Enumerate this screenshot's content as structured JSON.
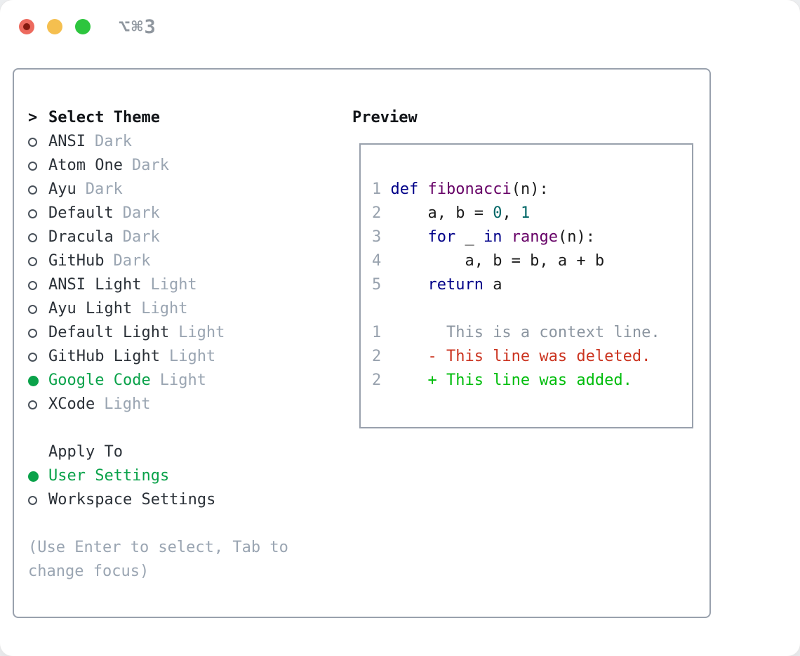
{
  "window": {
    "shortcut": "⌥⌘3"
  },
  "theme_selector": {
    "header_prefix": ">",
    "header_label": "Select Theme",
    "items": [
      {
        "name": "ANSI",
        "variant": "Dark",
        "selected": false
      },
      {
        "name": "Atom One",
        "variant": "Dark",
        "selected": false
      },
      {
        "name": "Ayu",
        "variant": "Dark",
        "selected": false
      },
      {
        "name": "Default",
        "variant": "Dark",
        "selected": false
      },
      {
        "name": "Dracula",
        "variant": "Dark",
        "selected": false
      },
      {
        "name": "GitHub",
        "variant": "Dark",
        "selected": false
      },
      {
        "name": "ANSI Light",
        "variant": "Light",
        "selected": false
      },
      {
        "name": "Ayu Light",
        "variant": "Light",
        "selected": false
      },
      {
        "name": "Default Light",
        "variant": "Light",
        "selected": false
      },
      {
        "name": "GitHub Light",
        "variant": "Light",
        "selected": false
      },
      {
        "name": "Google Code",
        "variant": "Light",
        "selected": true
      },
      {
        "name": "XCode",
        "variant": "Light",
        "selected": false
      }
    ],
    "apply_to": {
      "label": "Apply To",
      "options": [
        {
          "label": "User Settings",
          "selected": true
        },
        {
          "label": "Workspace Settings",
          "selected": false
        }
      ]
    },
    "hint": "(Use Enter to select, Tab to change focus)"
  },
  "preview": {
    "title": "Preview",
    "lines": [
      {
        "num": "1",
        "tokens": [
          {
            "t": " "
          },
          {
            "t": "def",
            "c": "kwd"
          },
          {
            "t": " "
          },
          {
            "t": "fibonacci",
            "c": "typ"
          },
          {
            "t": "(n):"
          }
        ]
      },
      {
        "num": "2",
        "tokens": [
          {
            "t": "     a, b = "
          },
          {
            "t": "0",
            "c": "lit"
          },
          {
            "t": ", "
          },
          {
            "t": "1",
            "c": "lit"
          }
        ]
      },
      {
        "num": "3",
        "tokens": [
          {
            "t": "     "
          },
          {
            "t": "for",
            "c": "kwd"
          },
          {
            "t": " _ "
          },
          {
            "t": "in",
            "c": "kwd"
          },
          {
            "t": " "
          },
          {
            "t": "range",
            "c": "typ"
          },
          {
            "t": "(n):"
          }
        ]
      },
      {
        "num": "4",
        "tokens": [
          {
            "t": "         a, b = b, a + b"
          }
        ]
      },
      {
        "num": "5",
        "tokens": [
          {
            "t": "     "
          },
          {
            "t": "return",
            "c": "kwd"
          },
          {
            "t": " a"
          }
        ]
      },
      {
        "num": "",
        "tokens": []
      },
      {
        "num": "1",
        "tokens": [
          {
            "t": "       This is a context line.",
            "c": "ctx"
          }
        ]
      },
      {
        "num": "2",
        "tokens": [
          {
            "t": "     - This line was deleted.",
            "c": "del"
          }
        ]
      },
      {
        "num": "2",
        "tokens": [
          {
            "t": "     + This line was added.",
            "c": "add"
          }
        ]
      }
    ]
  },
  "colors": {
    "traffic_red": "#ed6a5e",
    "traffic_red_inner": "#851a0f",
    "traffic_yellow": "#f5bf4f",
    "traffic_green": "#2dc53e",
    "title": "#8f969e",
    "border": "#99a1ad",
    "text": "#2b3138",
    "strong": "#121519",
    "dim": "#9aa5b2",
    "ring": "#4a525b",
    "green": "#0aa24a",
    "kwd": "#000088",
    "typ": "#660066",
    "lit": "#006666",
    "pln": "#1b1b1b",
    "gutter": "#98a2ae",
    "ctx": "#8b95a0",
    "del": "#cb3420",
    "add": "#00bd0c"
  }
}
